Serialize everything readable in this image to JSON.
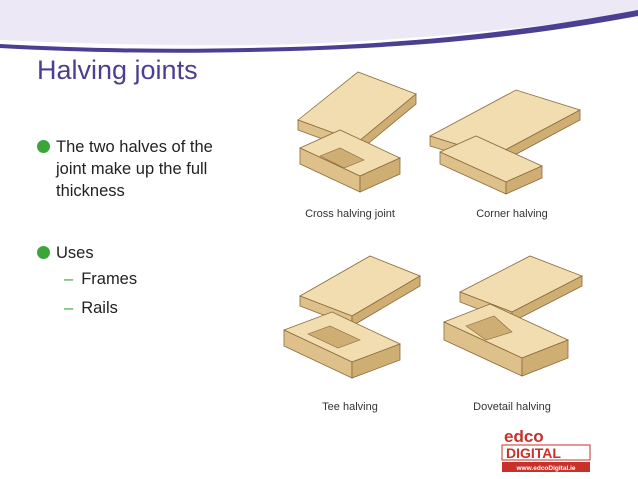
{
  "slide": {
    "title": "Halving joints",
    "bullets": [
      {
        "text": "The two halves of the joint make up the full thickness"
      },
      {
        "text": "Uses"
      }
    ],
    "sub_bullets": [
      "Frames",
      "Rails"
    ],
    "dash_glyph": "–"
  },
  "figures": {
    "cross": "Cross halving joint",
    "corner": "Corner halving",
    "tee": "Tee halving",
    "dovetail": "Dovetail halving"
  },
  "logo": {
    "line1": "edco",
    "line2": "DIGITAL",
    "url": "www.edcoDigital.ie"
  },
  "colors": {
    "title": "#4b3f93",
    "bullet": "#3aa63a",
    "wave": "#4b3f93",
    "wood_top": "#f1ddb0",
    "wood_side": "#ddc08a",
    "wood_end": "#cfae74",
    "logo_red": "#c8312a"
  }
}
